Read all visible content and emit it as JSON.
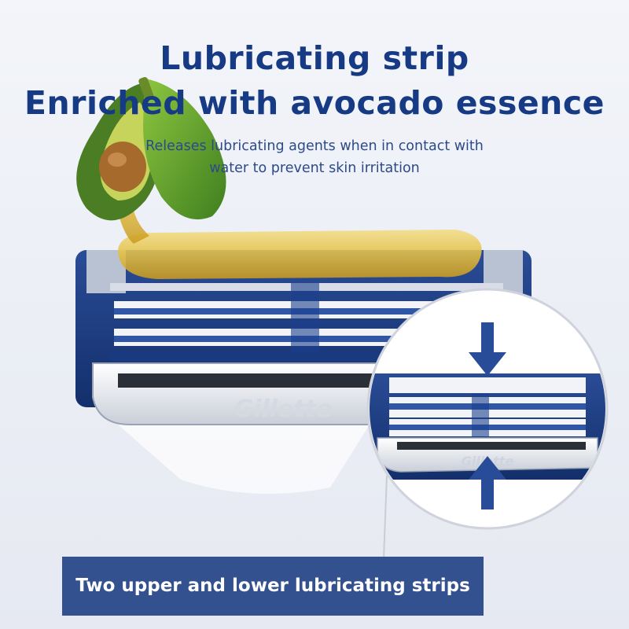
{
  "headline": {
    "line1": "Lubricating strip",
    "line2": "Enriched with avocado essence"
  },
  "description": {
    "line1": "Releases lubricating agents when in contact with",
    "line2": "water to prevent skin irritation"
  },
  "caption": "Two upper and lower lubricating strips",
  "brand": "Gillette",
  "icons": [
    "avocado-icon",
    "arrow-down-icon",
    "arrow-up-icon"
  ],
  "colors": {
    "title": "#173a84",
    "caption_bg": "#33518f",
    "razor_blue": "#1f3f86",
    "gel": "#e5c24a"
  }
}
